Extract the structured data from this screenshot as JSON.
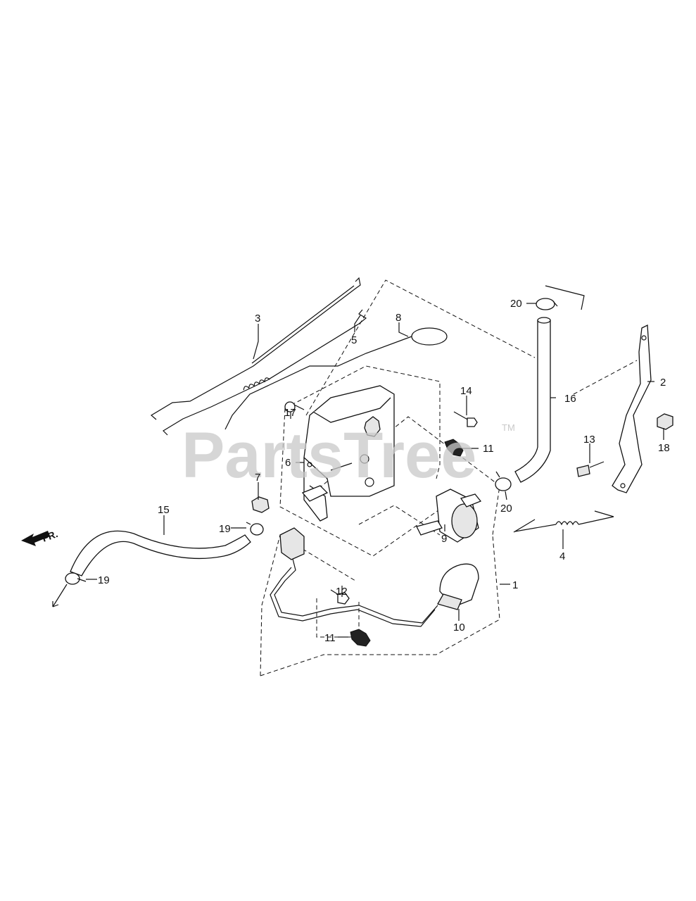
{
  "watermark": {
    "text": "PartsTree",
    "trademark": "TM"
  },
  "direction": {
    "label": "FR."
  },
  "callouts": [
    "1",
    "2",
    "3",
    "4",
    "5",
    "6",
    "7",
    "8",
    "9",
    "10",
    "11",
    "12",
    "13",
    "14",
    "15",
    "16",
    "17",
    "18",
    "19",
    "20"
  ]
}
